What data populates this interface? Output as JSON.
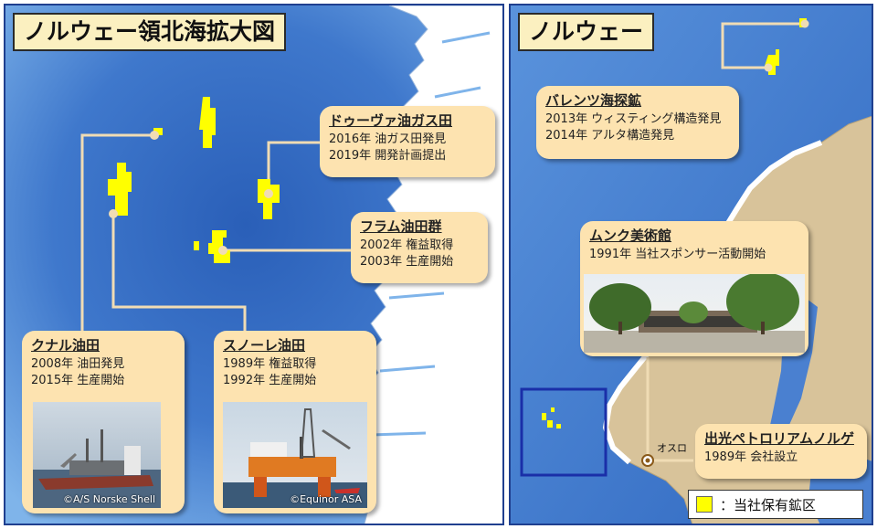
{
  "left": {
    "title": "ノルウェー領北海拡大図",
    "callouts": {
      "duva": {
        "name": "ドゥーヴァ油ガス田",
        "lines": [
          "2016年 油ガス田発見",
          "2019年 開発計画提出"
        ]
      },
      "fram": {
        "name": "フラム油田群",
        "lines": [
          "2002年 権益取得",
          "2003年 生産開始"
        ]
      },
      "knarr": {
        "name": "クナル油田",
        "lines": [
          "2008年 油田発見",
          "2015年 生産開始"
        ],
        "credit": "©A/S Norske Shell"
      },
      "snorre": {
        "name": "スノーレ油田",
        "lines": [
          "1989年 権益取得",
          "1992年 生産開始"
        ],
        "credit": "©Equinor ASA"
      }
    }
  },
  "right": {
    "title": "ノルウェー",
    "callouts": {
      "barents": {
        "name": "バレンツ海探鉱",
        "lines": [
          "2013年 ウィスティング構造発見",
          "2014年 アルタ構造発見"
        ]
      },
      "munch": {
        "name": "ムンク美術館",
        "lines": [
          "1991年 当社スポンサー活動開始"
        ]
      },
      "idemitsu": {
        "name": "出光ペトロリアムノルゲ",
        "lines": [
          "1989年 会社設立"
        ]
      }
    },
    "oslo_label": "オスロ",
    "legend_text": "：当社保有鉱区"
  },
  "colors": {
    "sea_deep": "#2a5fb8",
    "sea_light": "#7fb4ea",
    "land_left": "#ffffff",
    "land_right": "#d8c39a",
    "license": "#ffff00",
    "callout_bg": "#fde3b0",
    "title_bg": "#fbf0c0",
    "connector": "#f0dcb4",
    "border": "#1f3f8f"
  }
}
